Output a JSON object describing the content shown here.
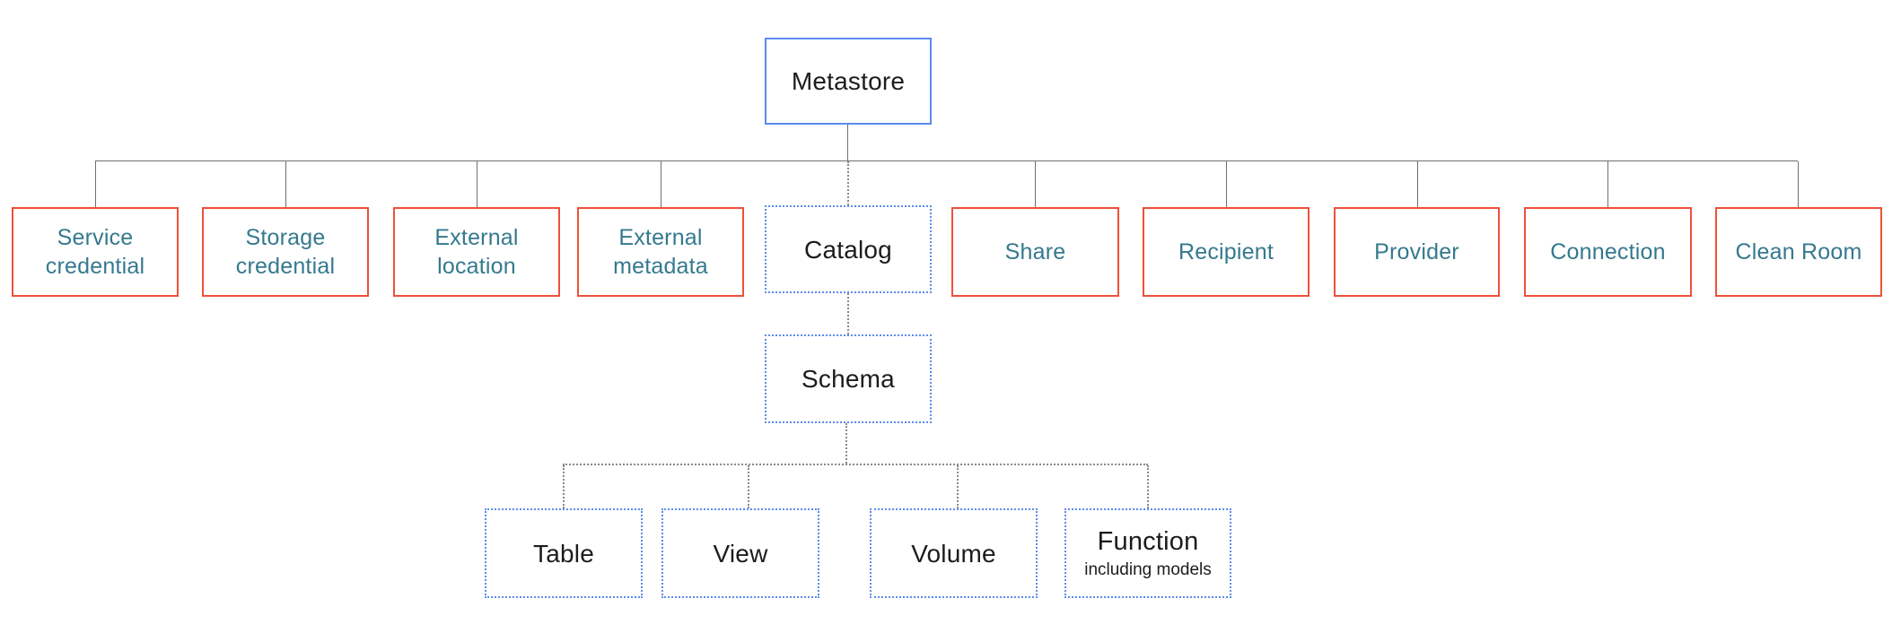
{
  "nodes": {
    "metastore": {
      "label": "Metastore"
    },
    "service_credential": {
      "label": "Service credential"
    },
    "storage_credential": {
      "label": "Storage credential"
    },
    "external_location": {
      "label": "External location"
    },
    "external_metadata": {
      "label": "External metadata"
    },
    "catalog": {
      "label": "Catalog"
    },
    "share": {
      "label": "Share"
    },
    "recipient": {
      "label": "Recipient"
    },
    "provider": {
      "label": "Provider"
    },
    "connection": {
      "label": "Connection"
    },
    "clean_room": {
      "label": "Clean Room"
    },
    "schema": {
      "label": "Schema"
    },
    "table": {
      "label": "Table"
    },
    "view": {
      "label": "View"
    },
    "volume": {
      "label": "Volume"
    },
    "function": {
      "label": "Function",
      "sublabel": "including models"
    }
  },
  "colors": {
    "root_border": "#5c8bf0",
    "dashed_node_border": "#5c8bf0",
    "securable_border": "#f0503a",
    "securable_text": "#35798e",
    "node_text": "#1c1c1c",
    "connector_solid": "#6f6f6f",
    "connector_dotted": "#8a8a8a",
    "background": "#ffffff"
  }
}
